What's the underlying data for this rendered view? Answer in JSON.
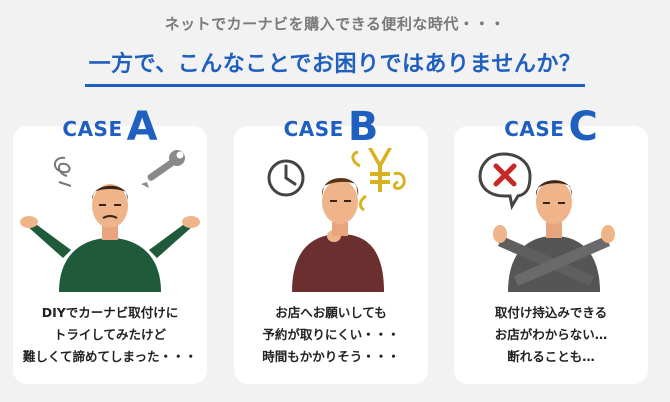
{
  "header": {
    "subtitle": "ネットでカーナビを購入できる便利な時代・・・",
    "headline": "一方で、こんなことでお困りではありませんか？"
  },
  "cases": [
    {
      "word": "CASE",
      "letter": "A",
      "lines": [
        "DIYでカーナビ取付けに",
        "トライしてみたけど",
        "難しくて諦めてしまった・・・"
      ],
      "icons": [
        "scribble-icon",
        "wrench-icon"
      ],
      "shirt_color": "#1f5a3a"
    },
    {
      "word": "CASE",
      "letter": "B",
      "lines": [
        "お店へお願いしても",
        "予約が取りにくい・・・",
        "時間もかかりそう・・・"
      ],
      "icons": [
        "clock-icon",
        "yen-icon"
      ],
      "shirt_color": "#6b2f2f"
    },
    {
      "word": "CASE",
      "letter": "C",
      "lines": [
        "取付け持込みできる",
        "お店がわからない…",
        "断れることも…"
      ],
      "icons": [
        "cross-icon"
      ],
      "shirt_color": "#555555"
    }
  ],
  "colors": {
    "accent": "#1f5fbf",
    "background": "#f2f2f2",
    "card": "#ffffff"
  }
}
